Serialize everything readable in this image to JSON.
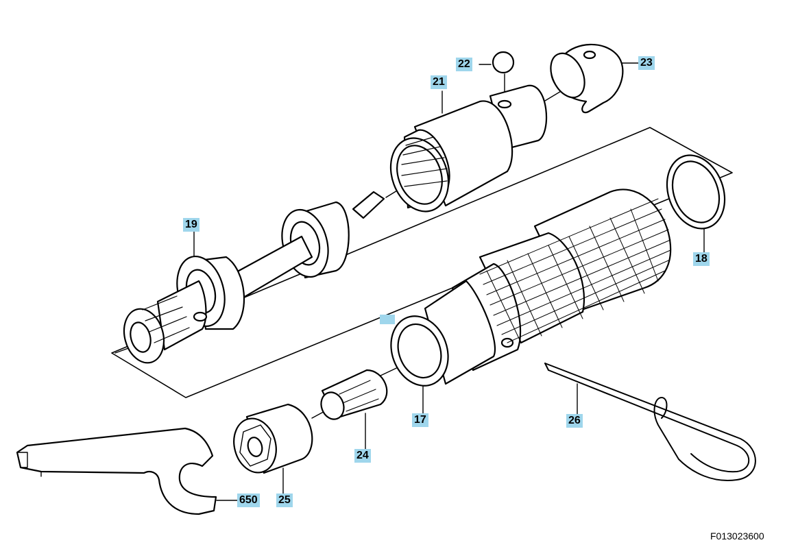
{
  "callouts": {
    "p17": "17",
    "p18": "18",
    "p19": "19",
    "p21": "21",
    "p22": "22",
    "p23": "23",
    "p24": "24",
    "p25": "25",
    "p26": "26",
    "p650": "650",
    "blank": ""
  },
  "footer": {
    "drawing_id": "F013023600"
  },
  "colors": {
    "callout_bg": "#9fd6ec",
    "line": "#000000",
    "fill": "#ffffff"
  }
}
